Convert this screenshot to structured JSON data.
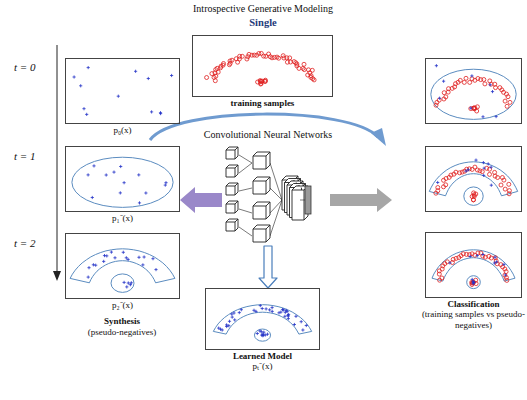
{
  "diagram": {
    "title": "Introspective Generative Modeling",
    "nodes": [
      {
        "text": [
          "training samples"
        ]
      },
      {
        "text": [
          "p₀(x)"
        ]
      },
      {
        "text": [
          "p₁⁻(x)"
        ]
      },
      {
        "text": [
          "p₂⁻(x)"
        ]
      },
      {
        "text": [
          "Convolutional Neural Networks"
        ]
      },
      {
        "text": [
          "Learned Model",
          "pₜ⁻(x)"
        ]
      },
      {
        "text": [
          "Classification",
          "(training samples vs pseudo-negatives)"
        ]
      }
    ],
    "edges": [
      {
        "from": 4,
        "to": 2,
        "arrow": "to"
      },
      {
        "from": 4,
        "to": 5,
        "arrow": "to"
      }
    ],
    "labels": [
      "Single",
      "t = 0",
      "t = 1",
      "t = 2",
      "Synthesis",
      "(pseudo-negatives)"
    ]
  }
}
